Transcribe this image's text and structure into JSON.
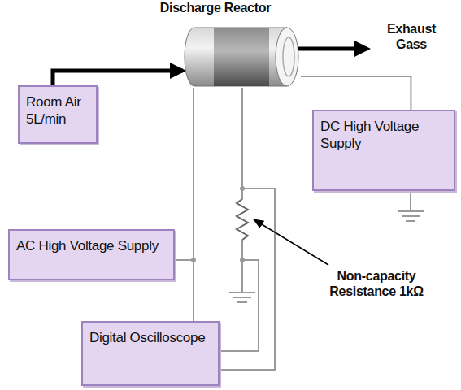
{
  "diagram": {
    "nodes": [
      {
        "text": [
          "Discharge Reactor"
        ]
      },
      {
        "text": [
          "Room Air 5L/min"
        ]
      },
      {
        "text": [
          "DC High Voltage Supply"
        ]
      },
      {
        "text": [
          "AC High Voltage Supply"
        ]
      },
      {
        "text": [
          "Digital Oscilloscope"
        ]
      }
    ],
    "edges": [
      {
        "from": 1,
        "to": 0,
        "arrow": "to"
      },
      {
        "from": 2,
        "to": 0,
        "arrow": "none"
      },
      {
        "from": 3,
        "to": 0,
        "arrow": "none"
      },
      {
        "from": 4,
        "to": 3,
        "arrow": "none"
      }
    ],
    "labels": [
      "Exhaust Gass",
      "Non-capacity Resistance 1kΩ"
    ]
  }
}
